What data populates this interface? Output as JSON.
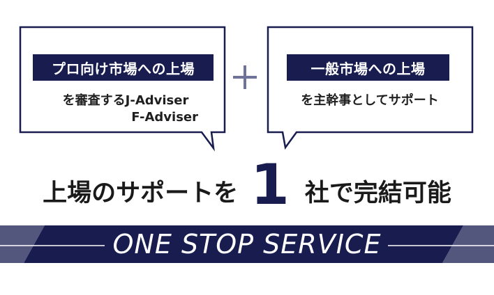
{
  "left_box": {
    "tag": "プロ向け市場への上場",
    "line1": "を審査するJ-Adviser",
    "line2": "F-Adviser"
  },
  "right_box": {
    "tag": "一般市場への上場",
    "line1": "を主幹事としてサポート"
  },
  "headline": {
    "before": "上場のサポートを",
    "number": "1",
    "after": "社で完結可能"
  },
  "banner": {
    "text": "ONE STOP SERVICE"
  },
  "colors": {
    "navy": "#181c4f",
    "plus": "#6f7399",
    "banner_light": "#53577d"
  }
}
